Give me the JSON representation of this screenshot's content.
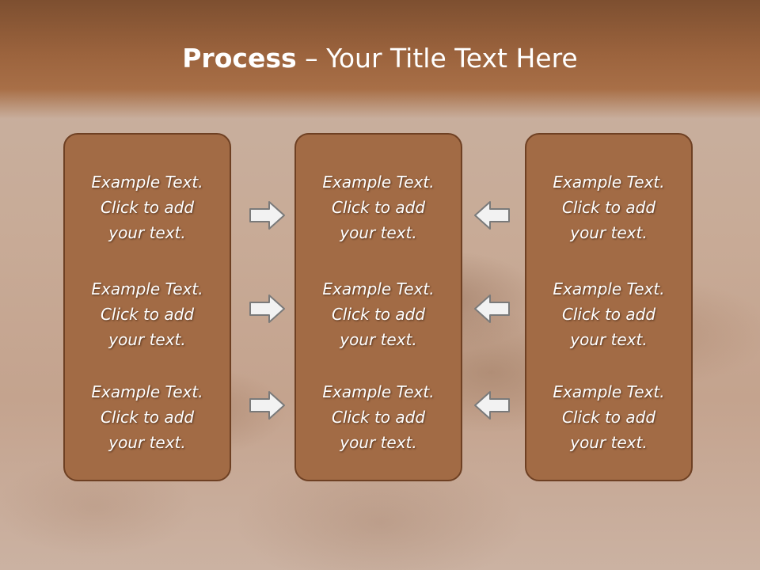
{
  "slide": {
    "title_bold": "Process",
    "title_rest": " – Your Title Text Here"
  },
  "panels": [
    {
      "items": [
        {
          "line1": "Example Text.",
          "line2": "Click  to add",
          "line3": "your text."
        },
        {
          "line1": "Example Text.",
          "line2": "Click  to add",
          "line3": "your text."
        },
        {
          "line1": "Example Text.",
          "line2": "Click  to add",
          "line3": "your text."
        }
      ]
    },
    {
      "items": [
        {
          "line1": "Example Text.",
          "line2": "Click  to add",
          "line3": "your text."
        },
        {
          "line1": "Example Text.",
          "line2": "Click  to add",
          "line3": "your text."
        },
        {
          "line1": "Example Text.",
          "line2": "Click  to add",
          "line3": "your text."
        }
      ]
    },
    {
      "items": [
        {
          "line1": "Example Text.",
          "line2": "Click  to add",
          "line3": "your text."
        },
        {
          "line1": "Example Text.",
          "line2": "Click  to add",
          "line3": "your text."
        },
        {
          "line1": "Example Text.",
          "line2": "Click  to add",
          "line3": "your text."
        }
      ]
    }
  ],
  "arrows": {
    "left_column": "right-arrow-icon",
    "right_column": "left-arrow-icon"
  },
  "colors": {
    "header": "#9b633d",
    "panel_fill": "#a26b45",
    "panel_border": "#6e4023",
    "text": "#ffffff"
  }
}
